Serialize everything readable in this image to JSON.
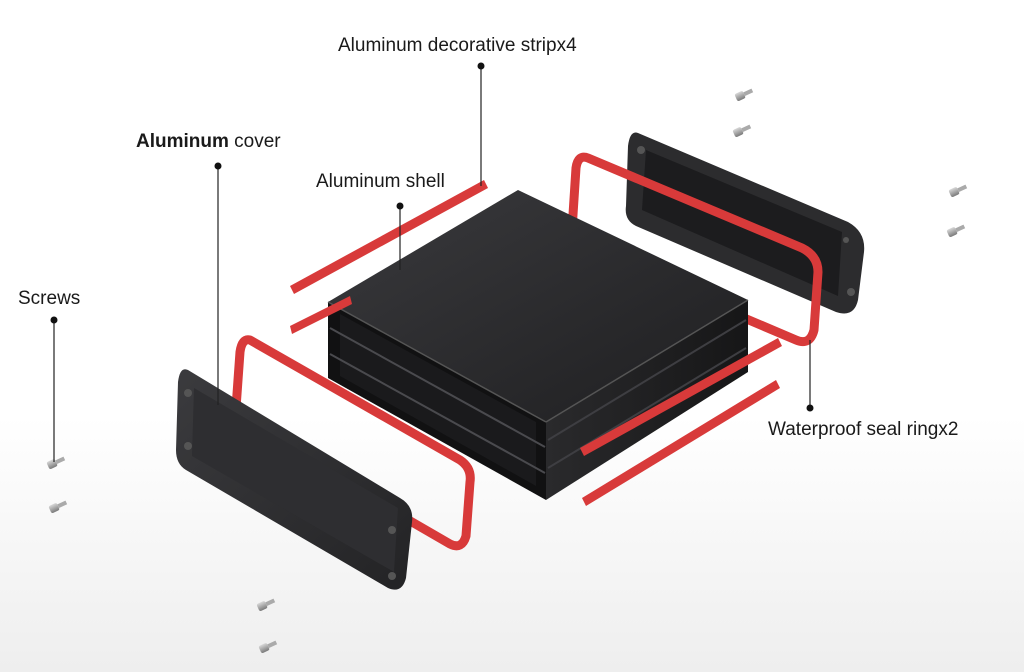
{
  "labels": {
    "strip": "Aluminum decorative stripx4",
    "cover_bold": "Aluminum",
    "cover_rest": " cover",
    "shell": "Aluminum shell",
    "screws": "Screws",
    "seal": "Waterproof seal ringx2"
  },
  "colors": {
    "seal_red": "#d83a3a",
    "body_dark": "#2b2b2d",
    "screw_metal": "#9a9a9a"
  }
}
